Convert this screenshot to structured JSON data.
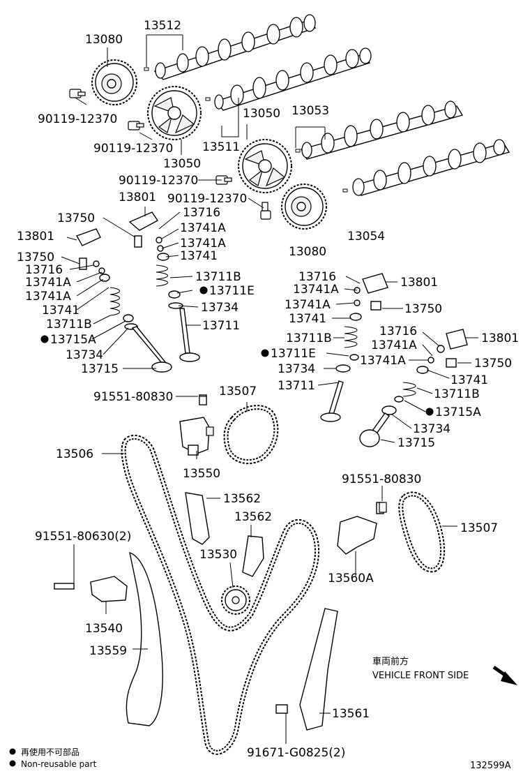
{
  "labels": {
    "p13512": "13512",
    "p13080_top": "13080",
    "p90119_a": "90119-12370",
    "p90119_b": "90119-12370",
    "p13050_a": "13050",
    "p13511": "13511",
    "p13050_b": "13050",
    "p13053": "13053",
    "p90119_c": "90119-12370",
    "p90119_d": "90119-12370",
    "p13801_a": "13801",
    "p13750_a": "13750",
    "p13716_a": "13716",
    "p13741A_a": "13741A",
    "p13741A_b": "13741A",
    "p13741_a": "13741",
    "p13711B_a": "13711B",
    "p13711E_a": "13711E",
    "p13734_a": "13734",
    "p13711_a": "13711",
    "p13801_b": "13801",
    "p13750_b": "13750",
    "p13716_b": "13716",
    "p13741A_c": "13741A",
    "p13741A_d": "13741A",
    "p13741_b": "13741",
    "p13711B_b": "13711B",
    "p13715A_a": "13715A",
    "p13734_b": "13734",
    "p13715_a": "13715",
    "p13080_bot": "13080",
    "p13054": "13054",
    "p13716_c": "13716",
    "p13801_c": "13801",
    "p13741A_e": "13741A",
    "p13741A_f": "13741A",
    "p13750_c": "13750",
    "p13741_c": "13741",
    "p13711B_c": "13711B",
    "p13711E_b": "13711E",
    "p13734_c": "13734",
    "p13711_b": "13711",
    "p13716_d": "13716",
    "p13801_d": "13801",
    "p13741A_g": "13741A",
    "p13741A_h": "13741A",
    "p13750_d": "13750",
    "p13741_d": "13741",
    "p13711B_d": "13711B",
    "p13715A_b": "13715A",
    "p13734_d": "13734",
    "p13715_b": "13715",
    "p91551_a": "91551-80830",
    "p13507_a": "13507",
    "p13506": "13506",
    "p13550": "13550",
    "p13562_a": "13562",
    "p13562_b": "13562",
    "p13530": "13530",
    "p91551_b": "91551-80830",
    "p13507_b": "13507",
    "p13560A": "13560A",
    "p91551_c": "91551-80630(2)",
    "p13540": "13540",
    "p13559": "13559",
    "p13561": "13561",
    "p91671": "91671-G0825(2)"
  },
  "front_side": {
    "jp": "車両前方",
    "en": "VEHICLE FRONT SIDE"
  },
  "legend": {
    "jp": "再使用不可部品",
    "en": "Non-reusable part"
  },
  "figure_id": "132599A"
}
